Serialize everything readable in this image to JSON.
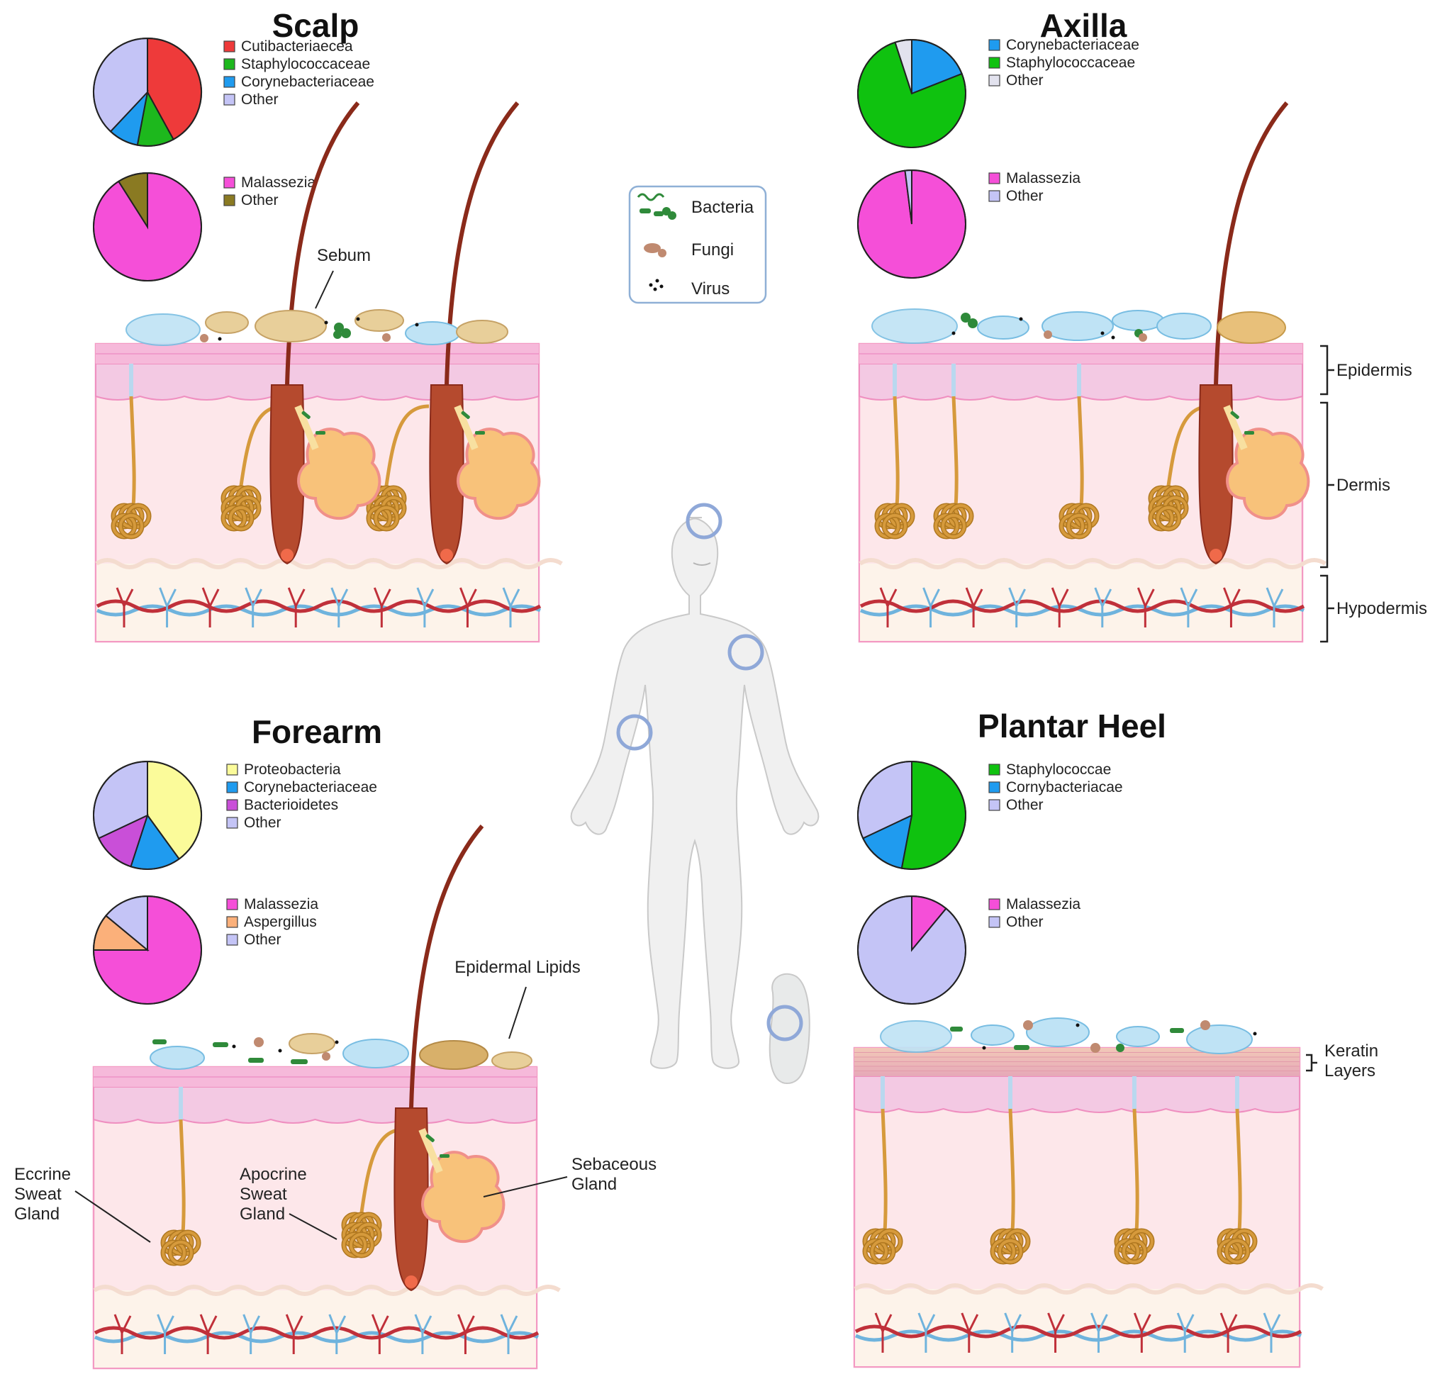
{
  "panels": {
    "scalp": {
      "title": "Scalp",
      "bacteria": [
        {
          "label": "Cutibacteriaecea",
          "value": 42,
          "color": "#ee3a3a"
        },
        {
          "label": "Staphylococcaceae",
          "value": 11,
          "color": "#1db81d"
        },
        {
          "label": "Corynebacteriaceae",
          "value": 9,
          "color": "#1f9bef"
        },
        {
          "label": "Other",
          "value": 38,
          "color": "#c4c4f6"
        }
      ],
      "fungi": [
        {
          "label": "Malassezia",
          "value": 91,
          "color": "#f54fd8"
        },
        {
          "label": "Other",
          "value": 9,
          "color": "#8a7a22"
        }
      ],
      "callouts": [
        "Sebum"
      ]
    },
    "axilla": {
      "title": "Axilla",
      "bacteria": [
        {
          "label": "Corynebacteriaceae",
          "value": 19,
          "color": "#1f9bef"
        },
        {
          "label": "Staphylococcaceae",
          "value": 76,
          "color": "#0fc20f"
        },
        {
          "label": "Other",
          "value": 5,
          "color": "#e2e2ee"
        }
      ],
      "fungi": [
        {
          "label": "Malassezia",
          "value": 98,
          "color": "#f54fd8"
        },
        {
          "label": "Other",
          "value": 2,
          "color": "#c4c4f6"
        }
      ]
    },
    "forearm": {
      "title": "Forearm",
      "bacteria": [
        {
          "label": "Proteobacteria",
          "value": 40,
          "color": "#fbfb9a"
        },
        {
          "label": "Corynebacteriaceae",
          "value": 15,
          "color": "#1f9bef"
        },
        {
          "label": "Bacterioidetes",
          "value": 13,
          "color": "#c94fd8"
        },
        {
          "label": "Other",
          "value": 32,
          "color": "#c4c4f6"
        }
      ],
      "fungi": [
        {
          "label": "Malassezia",
          "value": 75,
          "color": "#f54fd8"
        },
        {
          "label": "Aspergillus",
          "value": 11,
          "color": "#fbb07a"
        },
        {
          "label": "Other",
          "value": 14,
          "color": "#c4c4f6"
        }
      ],
      "callouts": [
        "Epidermal Lipids",
        "Eccrine",
        "Sweat",
        "Gland",
        "Apocrine",
        "Sweat",
        "Gland",
        "Sebaceous",
        "Gland"
      ]
    },
    "plantar_heel": {
      "title": "Plantar Heel",
      "bacteria": [
        {
          "label": "Staphylococcae",
          "value": 53,
          "color": "#0fc20f"
        },
        {
          "label": "Cornybacteriacae",
          "value": 15,
          "color": "#1f9bef"
        },
        {
          "label": "Other",
          "value": 32,
          "color": "#c4c4f6"
        }
      ],
      "fungi": [
        {
          "label": "Malassezia",
          "value": 11,
          "color": "#f54fd8"
        },
        {
          "label": "Other",
          "value": 89,
          "color": "#c4c4f6"
        }
      ],
      "callouts": [
        "Keratin",
        "Layers"
      ]
    }
  },
  "key": {
    "bacteria": "Bacteria",
    "fungi": "Fungi",
    "virus": "Virus"
  },
  "layers": {
    "epidermis": "Epidermis",
    "dermis": "Dermis",
    "hypodermis": "Hypodermis"
  },
  "colors": {
    "skin_surface": "#f6b9da",
    "epidermis": "#f3c9e3",
    "dermis": "#fde7ea",
    "hypodermis": "#fdf3ea",
    "hair": "#8a2a1a",
    "gland": "#d69a3c",
    "artery": "#c0303a",
    "vein": "#6fb3dd",
    "site_marker": "#8fa8d8"
  }
}
